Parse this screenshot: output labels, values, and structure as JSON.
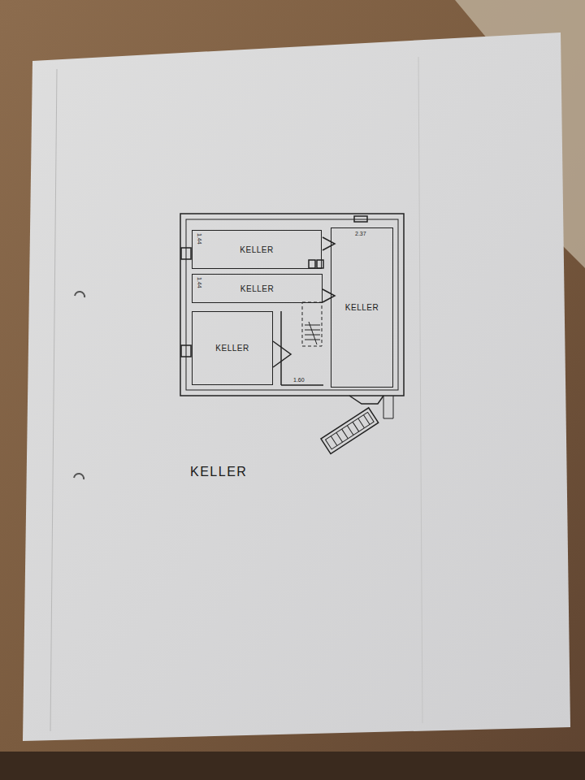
{
  "diagram": {
    "title": "KELLER",
    "nodes": [
      {
        "text": [
          "KELLER"
        ]
      },
      {
        "text": [
          "KELLER"
        ]
      },
      {
        "text": [
          "KELLER"
        ]
      },
      {
        "text": [
          "KELLER"
        ]
      }
    ],
    "labels": [
      "2.37",
      "1.60",
      "1.44",
      "1.44"
    ]
  }
}
